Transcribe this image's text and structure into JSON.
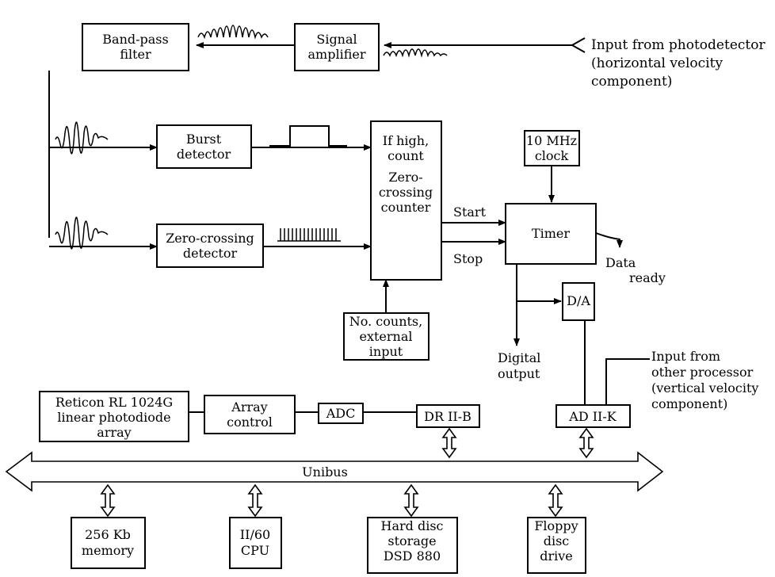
{
  "blocks": {
    "bandpass": [
      "Band-pass",
      "filter"
    ],
    "amplifier": [
      "Signal",
      "amplifier"
    ],
    "burst": [
      "Burst",
      "detector"
    ],
    "zcdetector": [
      "Zero-crossing",
      "detector"
    ],
    "counter": [
      "If high,",
      "count",
      "Zero-",
      "crossing",
      "counter"
    ],
    "clock": [
      "10 MHz",
      "clock"
    ],
    "timer": "Timer",
    "da": "D/A",
    "nocounts": [
      "No. counts,",
      "external",
      "input"
    ],
    "reticon": [
      "Reticon RL 1024G",
      "linear photodiode",
      "array"
    ],
    "arraycontrol": [
      "Array",
      "control"
    ],
    "adc": "ADC",
    "dr": "DR II-B",
    "ad": "AD II-K",
    "memory": [
      "256 Kb",
      "memory"
    ],
    "cpu": [
      "II/60",
      "CPU"
    ],
    "harddisc": [
      "Hard disc",
      "storage",
      "DSD 880"
    ],
    "floppy": [
      "Floppy",
      "disc",
      "drive"
    ]
  },
  "labels": {
    "photodetector_input": [
      "Input from photodetector",
      "(horizontal velocity",
      "component)"
    ],
    "start": "Start",
    "stop": "Stop",
    "data_ready": [
      "Data",
      "ready"
    ],
    "digital_output": [
      "Digital",
      "output"
    ],
    "other_processor_input": [
      "Input from",
      "other processor",
      "(vertical velocity",
      "component)"
    ],
    "unibus": "Unibus"
  }
}
